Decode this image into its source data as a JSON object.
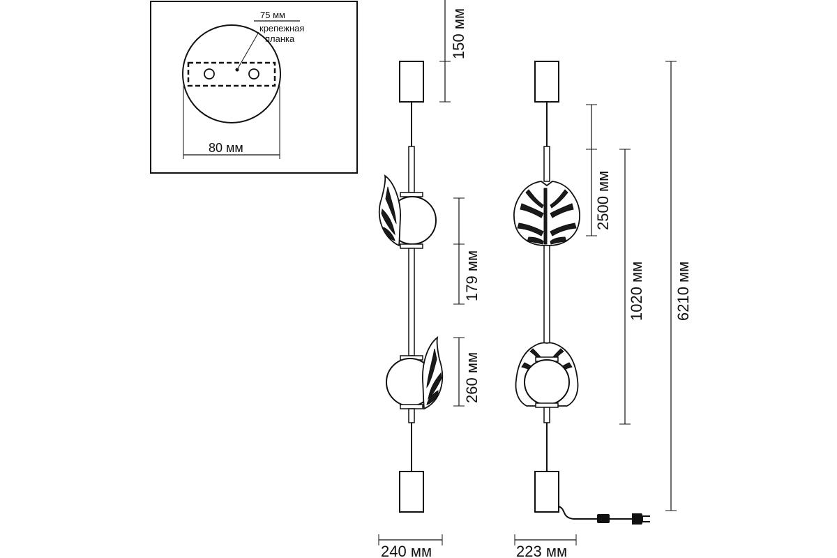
{
  "detail": {
    "bracket_width_label": "75 мм",
    "bracket_name_line1": "крепежная",
    "bracket_name_line2": "планка",
    "base_diameter_label": "80 мм"
  },
  "side_view": {
    "top_offset_label": "150 мм",
    "shade_spacing_label": "179 мм",
    "shade_height_label": "260 мм",
    "width_label": "240 мм"
  },
  "front_view": {
    "cable_length_label": "2500 мм",
    "lamp_height_label": "1020 мм",
    "total_height_label": "6210 мм",
    "width_label": "223 мм"
  },
  "colors": {
    "line": "#111111",
    "background": "#ffffff"
  }
}
